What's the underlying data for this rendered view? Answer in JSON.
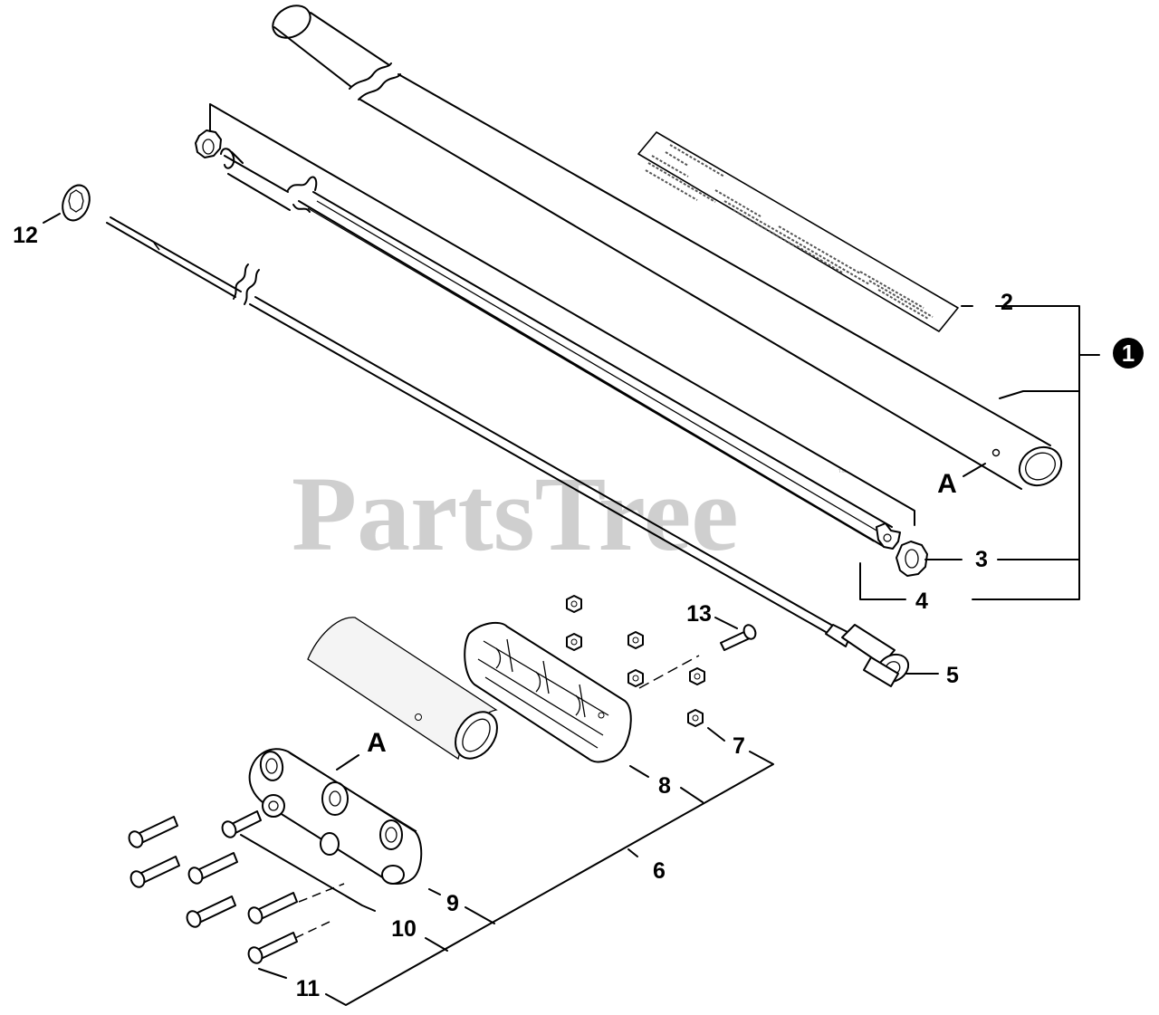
{
  "diagram": {
    "watermark": "PartsTree",
    "watermark_mark": "™",
    "assembly_marker": "1",
    "callouts": {
      "c2": "2",
      "c3": "3",
      "c4": "4",
      "c5": "5",
      "c6": "6",
      "c7": "7",
      "c8": "8",
      "c9": "9",
      "c10": "10",
      "c11": "11",
      "c12": "12",
      "c13": "13"
    },
    "reference_marks": {
      "upper": "A",
      "lower": "A"
    }
  }
}
